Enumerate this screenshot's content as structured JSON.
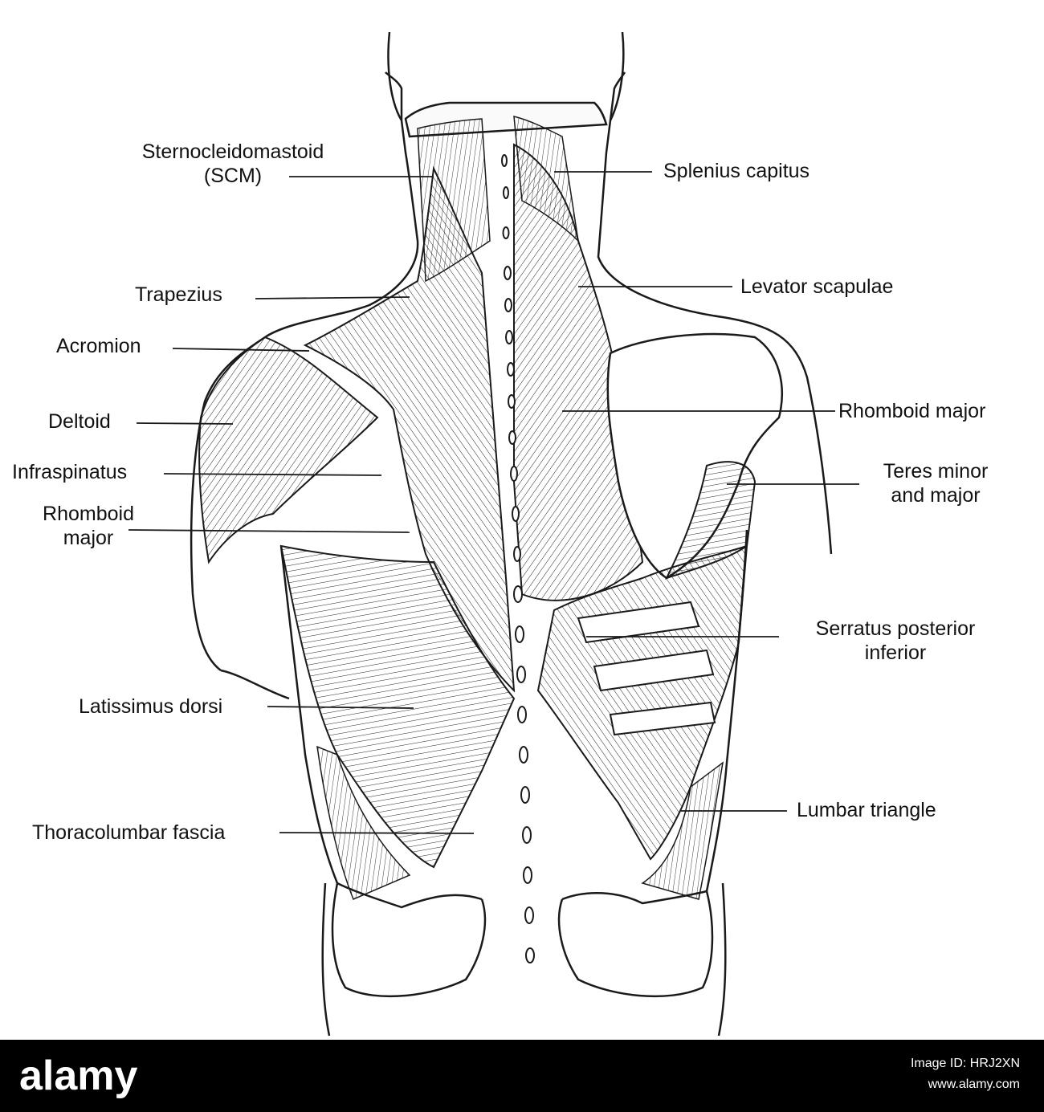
{
  "labels": {
    "scm": "Sternocleidomastoid\n(SCM)",
    "trapezius": "Trapezius",
    "acromion": "Acromion",
    "deltoid": "Deltoid",
    "infraspinatus": "Infraspinatus",
    "rhomboid_major_left": "Rhomboid\nmajor",
    "latissimus_dorsi": "Latissimus dorsi",
    "thoracolumbar_fascia": "Thoracolumbar fascia",
    "splenius_capitus": "Splenius capitus",
    "levator_scapulae": "Levator scapulae",
    "rhomboid_major_right": "Rhomboid major",
    "teres_minor_major": "Teres minor\nand major",
    "serratus_posterior_inferior": "Serratus posterior\ninferior",
    "lumbar_triangle": "Lumbar triangle"
  },
  "footer": {
    "logo_text": "alamy",
    "image_id": "Image ID: HRJ2XN",
    "url": "www.alamy.com"
  },
  "colors": {
    "line": "#1a1a1a",
    "footer_bg": "#000000",
    "footer_text": "#ffffff"
  }
}
